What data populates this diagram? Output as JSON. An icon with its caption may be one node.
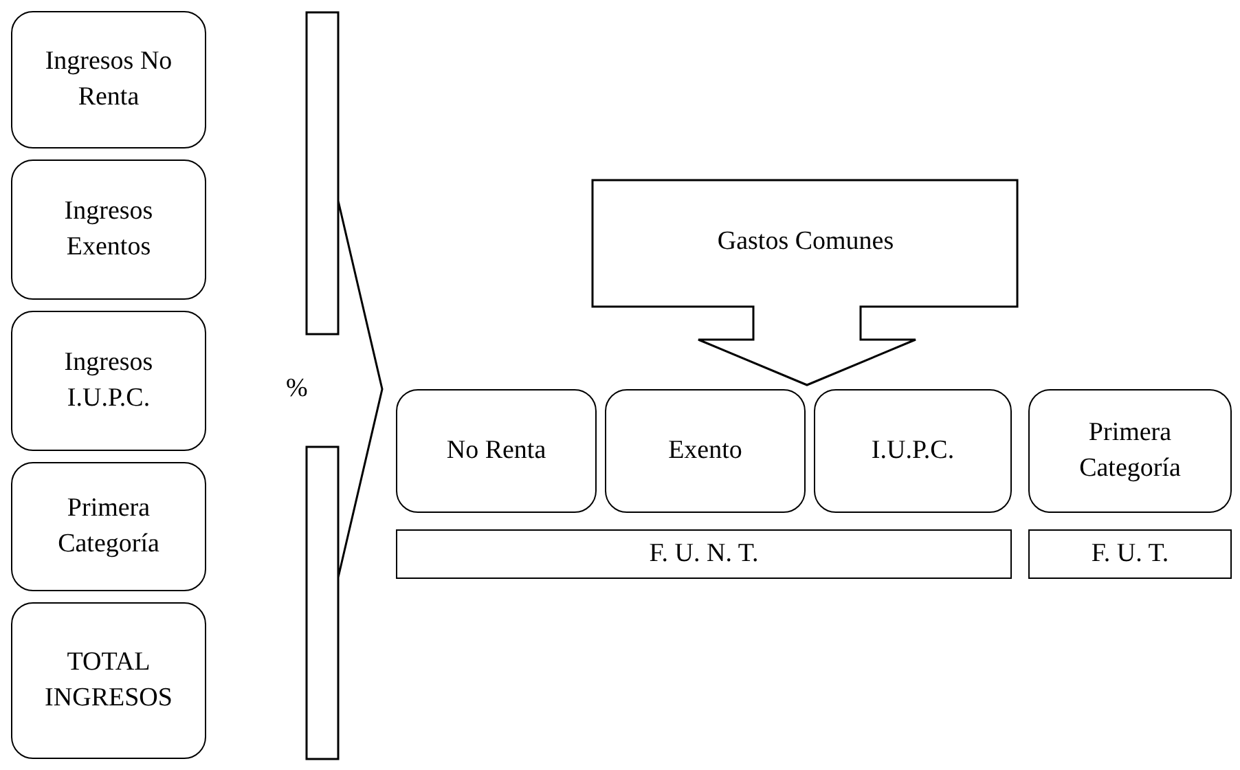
{
  "diagram": {
    "nodes": [
      {
        "text": [
          "Ingresos No Renta"
        ]
      },
      {
        "text": [
          "Ingresos Exentos"
        ]
      },
      {
        "text": [
          "Ingresos I.U.P.C."
        ]
      },
      {
        "text": [
          "Primera Categoría"
        ]
      },
      {
        "text": [
          "TOTAL INGRESOS"
        ]
      },
      {
        "text": [
          "%"
        ]
      },
      {
        "text": [
          "Gastos Comunes"
        ]
      },
      {
        "text": [
          "No Renta"
        ]
      },
      {
        "text": [
          "Exento"
        ]
      },
      {
        "text": [
          "I.U.P.C."
        ]
      },
      {
        "text": [
          "Primera Categoría"
        ]
      },
      {
        "text": [
          "F. U. N. T."
        ]
      },
      {
        "text": [
          "F. U. T."
        ]
      }
    ]
  }
}
